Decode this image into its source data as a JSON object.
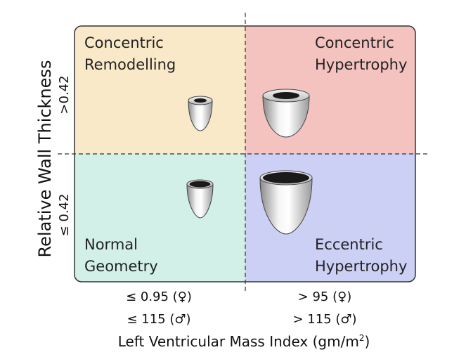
{
  "quadrants": {
    "top_left": {
      "line1": "Concentric",
      "line2": "Remodelling",
      "color": "#f9e9c8"
    },
    "top_right": {
      "line1": "Concentric",
      "line2": "Hypertrophy",
      "color": "#f4c3c0"
    },
    "bottom_left": {
      "line1": "Normal",
      "line2": "Geometry",
      "color": "#d2efe8"
    },
    "bottom_right": {
      "line1": "Eccentric",
      "line2": "Hypertrophy",
      "color": "#cdd0f5"
    }
  },
  "y_axis": {
    "title": "Relative Wall Thickness",
    "upper": ">0.42",
    "lower": "≤ 0.42"
  },
  "x_axis": {
    "title": "Left Ventricular Mass Index (gm/m",
    "title_sup": "2",
    "title_end": ")",
    "left_female": "≤ 0.95 (♀)",
    "left_male": "≤ 115 (♂)",
    "right_female": "> 95 (♀)",
    "right_male": "> 115 (♂)"
  },
  "icons": [
    "heart-normal-icon",
    "heart-concentric-remodelling-icon",
    "heart-concentric-hypertrophy-icon",
    "heart-eccentric-hypertrophy-icon"
  ]
}
